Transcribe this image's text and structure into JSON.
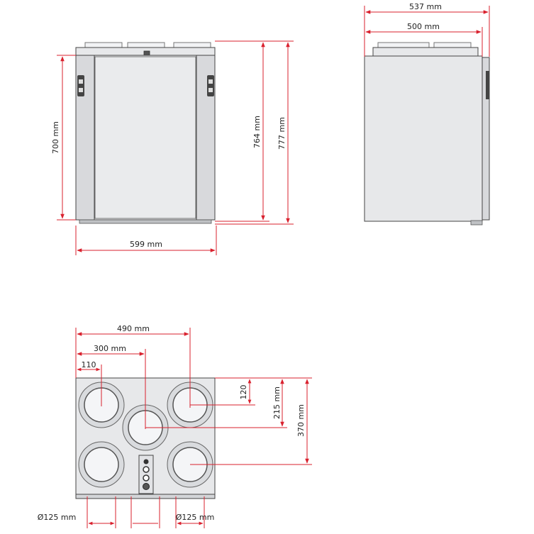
{
  "front_view": {
    "height_body": "700 mm",
    "height_total_a": "764 mm",
    "height_total_b": "777 mm",
    "width": "599 mm"
  },
  "side_view": {
    "depth_total": "537 mm",
    "depth_body": "500 mm"
  },
  "top_view": {
    "dim_490": "490 mm",
    "dim_300": "300 mm",
    "dim_110": "110",
    "dim_120": "120",
    "dim_215": "215 mm",
    "dim_370": "370 mm",
    "duct_left": "Ø125 mm",
    "duct_right": "Ø125 mm"
  },
  "colors": {
    "dimension_line": "#d9212e",
    "housing": "#e7e8ea",
    "outline": "#444444"
  }
}
